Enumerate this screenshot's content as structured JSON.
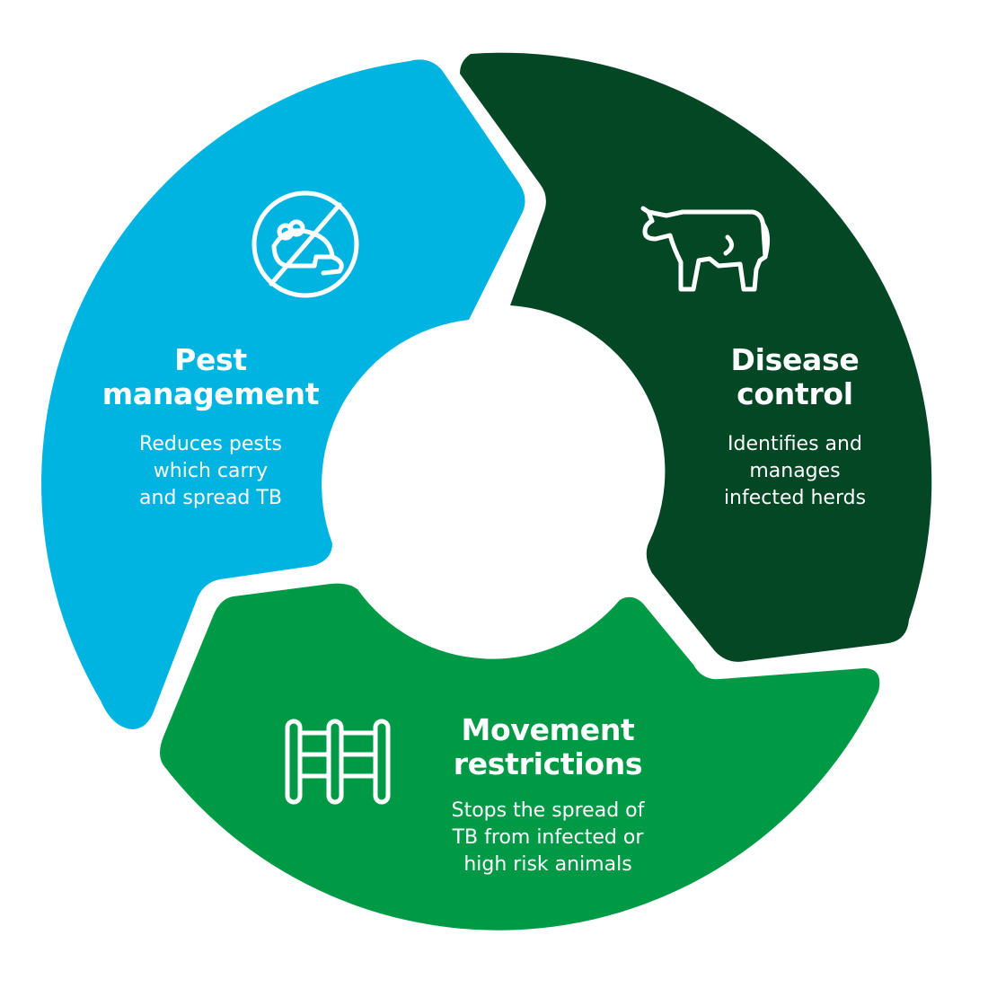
{
  "colors": {
    "pest": "#00b4e1",
    "disease": "#034725",
    "movement": "#009a47",
    "background": "#ffffff",
    "text": "#ffffff"
  },
  "segments": {
    "pest": {
      "icon": "no-pests-icon",
      "title": [
        "Pest",
        "management"
      ],
      "description": [
        "Reduces pests",
        "which carry",
        "and spread TB"
      ]
    },
    "disease": {
      "icon": "cow-icon",
      "title": [
        "Disease",
        "control"
      ],
      "description": [
        "Identifies and",
        "manages",
        "infected herds"
      ]
    },
    "movement": {
      "icon": "gate-icon",
      "title": [
        "Movement",
        "restrictions"
      ],
      "description": [
        "Stops the spread of",
        "TB from infected or",
        "high risk animals"
      ]
    }
  }
}
